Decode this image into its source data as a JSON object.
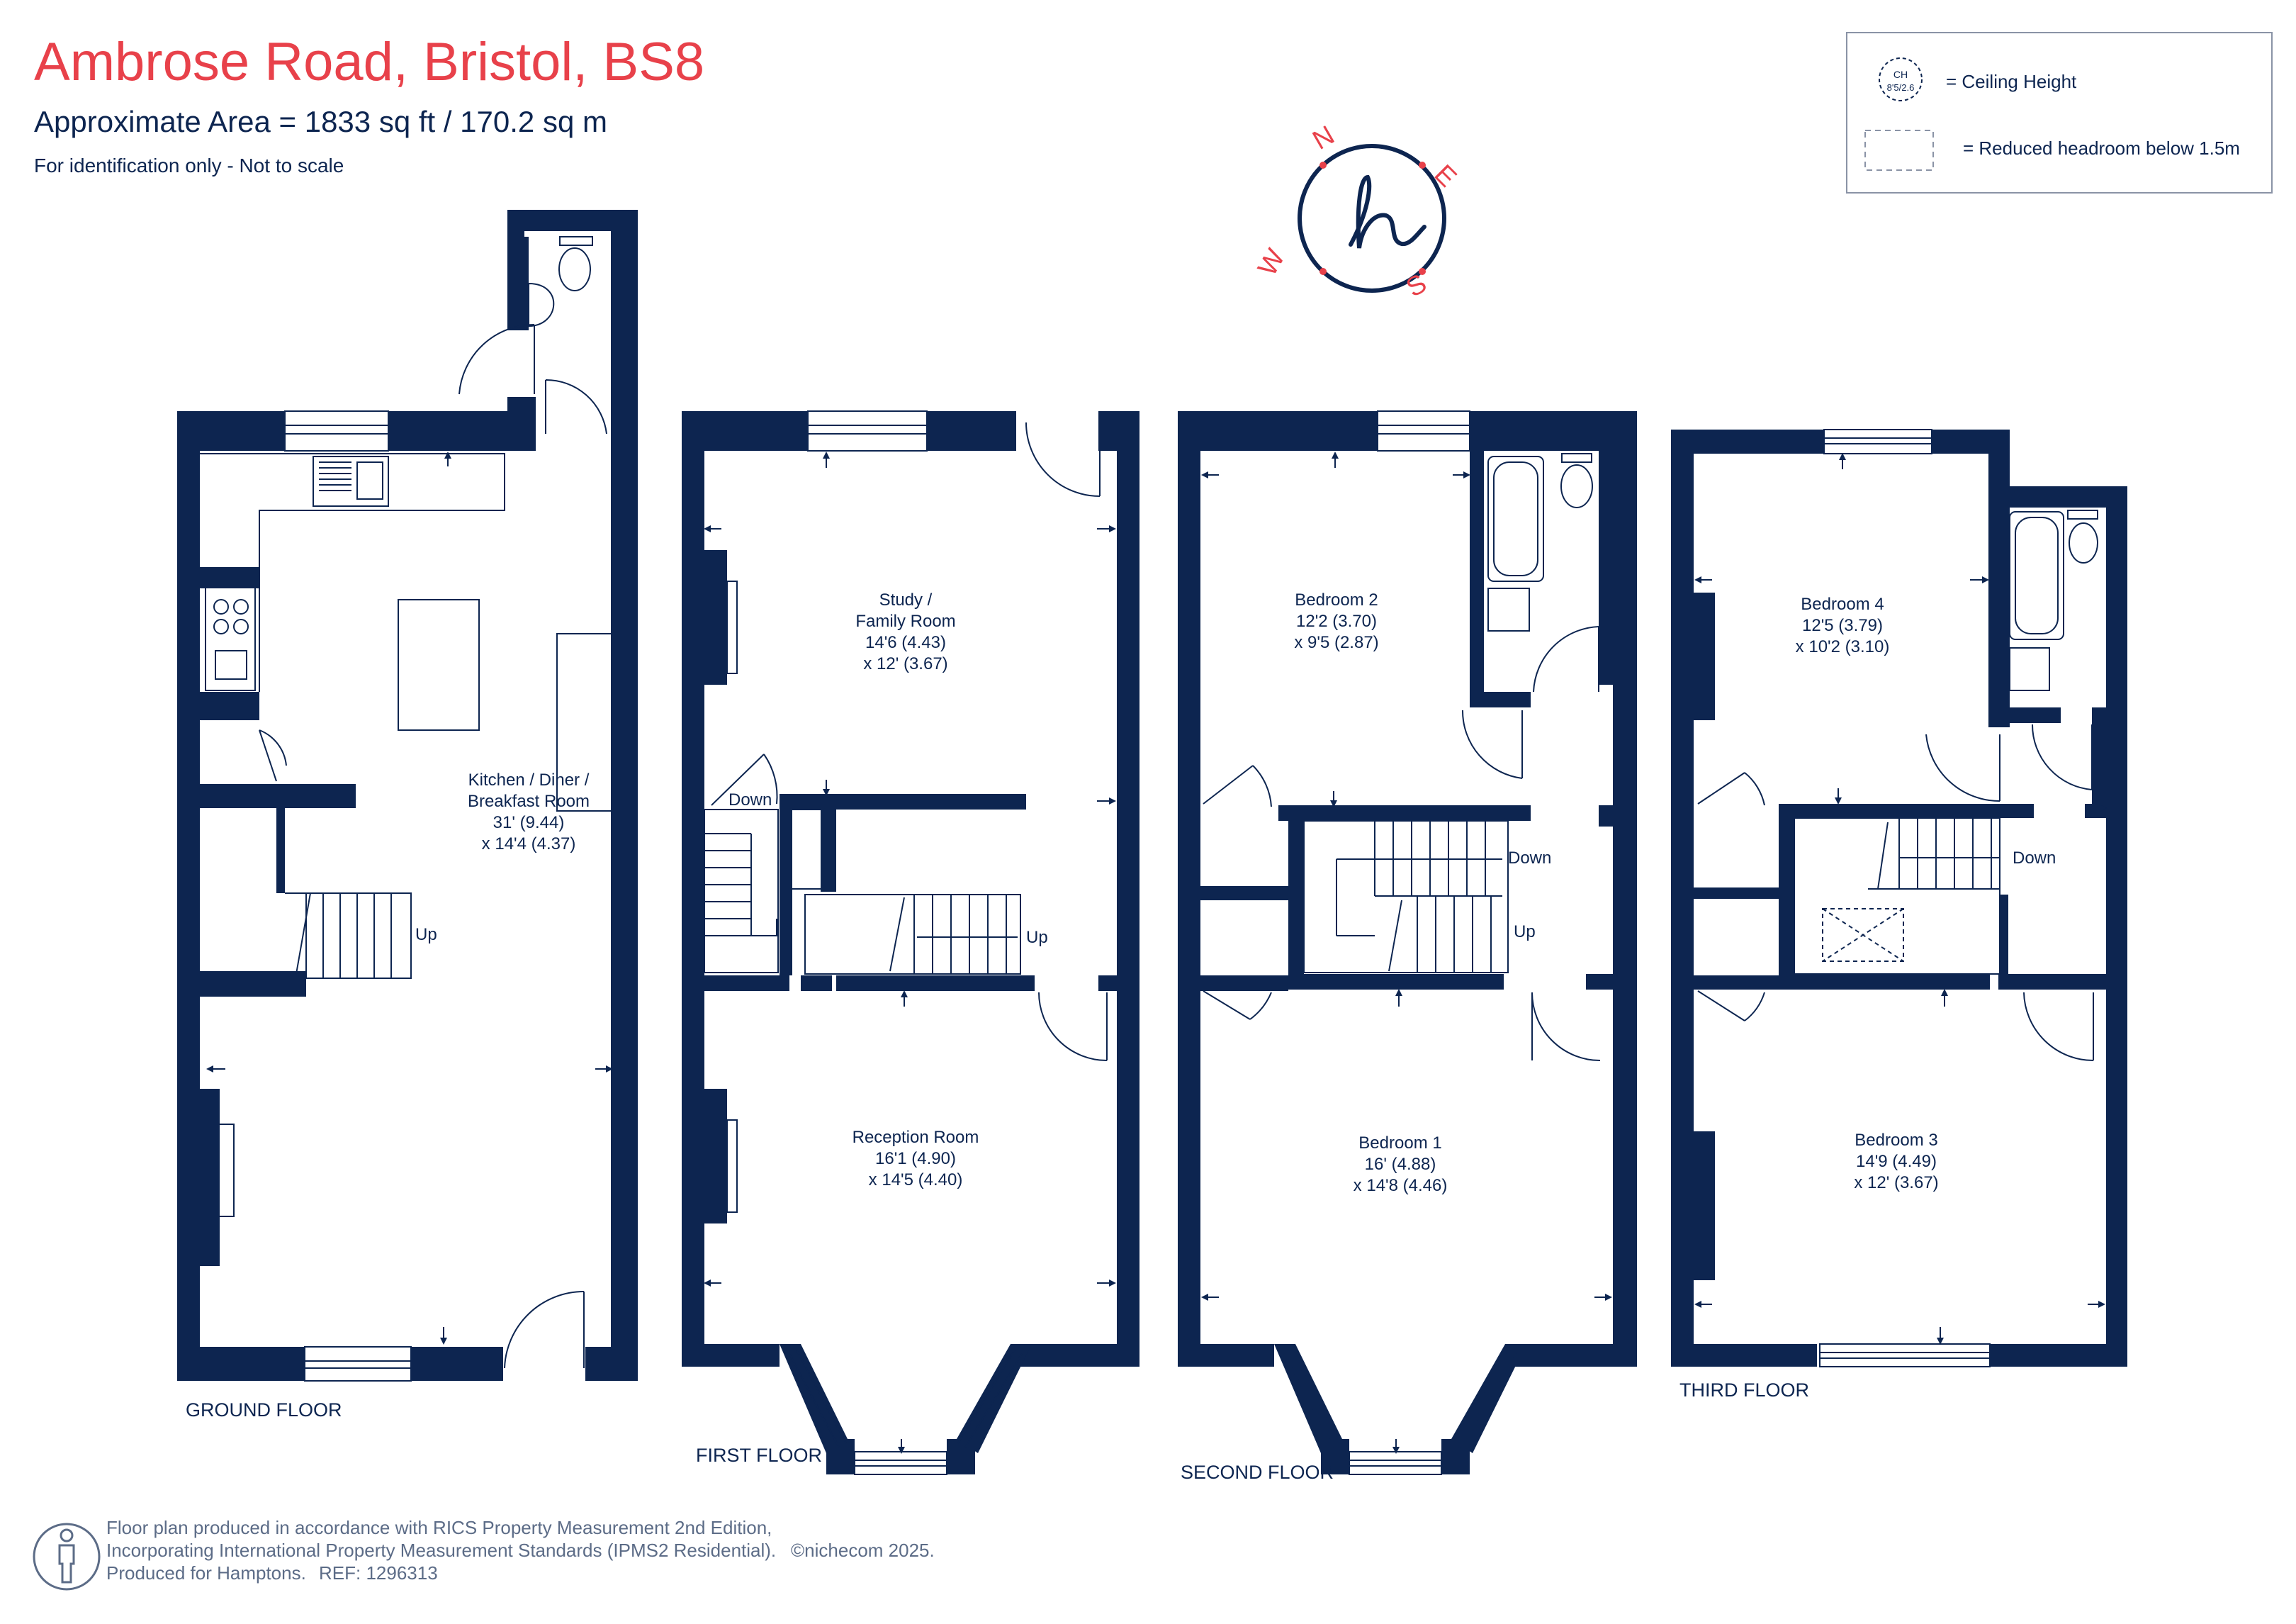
{
  "header": {
    "title": "Ambrose Road, Bristol, BS8",
    "area": "Approximate Area = 1833 sq ft / 170.2 sq m",
    "identification": "For identification only - Not to scale"
  },
  "legend": {
    "ceiling_symbol_top": "CH",
    "ceiling_symbol_bottom": "8'5/2.6",
    "ceiling_label": "= Ceiling Height",
    "headroom_label": "= Reduced headroom below 1.5m"
  },
  "compass": {
    "n": "N",
    "e": "E",
    "s": "S",
    "w": "W"
  },
  "floors": {
    "ground": {
      "label": "GROUND FLOOR",
      "kitchen": {
        "name1": "Kitchen / Diner /",
        "name2": "Breakfast Room",
        "dim1": "31' (9.44)",
        "dim2": "x 14'4 (4.37)"
      },
      "stair": "Up"
    },
    "first": {
      "label": "FIRST FLOOR",
      "study": {
        "name1": "Study /",
        "name2": "Family Room",
        "dim1": "14'6 (4.43)",
        "dim2": "x 12' (3.67)"
      },
      "reception": {
        "name": "Reception Room",
        "dim1": "16'1 (4.90)",
        "dim2": "x 14'5 (4.40)"
      },
      "stair_down": "Down",
      "stair_up": "Up"
    },
    "second": {
      "label": "SECOND FLOOR",
      "bedroom2": {
        "name": "Bedroom 2",
        "dim1": "12'2 (3.70)",
        "dim2": "x 9'5 (2.87)"
      },
      "bedroom1": {
        "name": "Bedroom 1",
        "dim1": "16' (4.88)",
        "dim2": "x 14'8 (4.46)"
      },
      "stair_down": "Down",
      "stair_up": "Up"
    },
    "third": {
      "label": "THIRD FLOOR",
      "bedroom4": {
        "name": "Bedroom 4",
        "dim1": "12'5 (3.79)",
        "dim2": "x 10'2 (3.10)"
      },
      "bedroom3": {
        "name": "Bedroom 3",
        "dim1": "14'9 (4.49)",
        "dim2": "x 12' (3.67)"
      },
      "stair_down": "Down"
    }
  },
  "footer": {
    "line1": "Floor plan produced in accordance with RICS Property Measurement 2nd Edition,",
    "line2": "Incorporating International Property Measurement Standards (IPMS2 Residential).",
    "copyright": "©nichecom 2025.",
    "line3": "Produced for Hamptons.",
    "ref": "REF:  1296313"
  },
  "colors": {
    "wall": "#0d2550",
    "accent": "#e8414a",
    "muted": "#5c6c87"
  }
}
